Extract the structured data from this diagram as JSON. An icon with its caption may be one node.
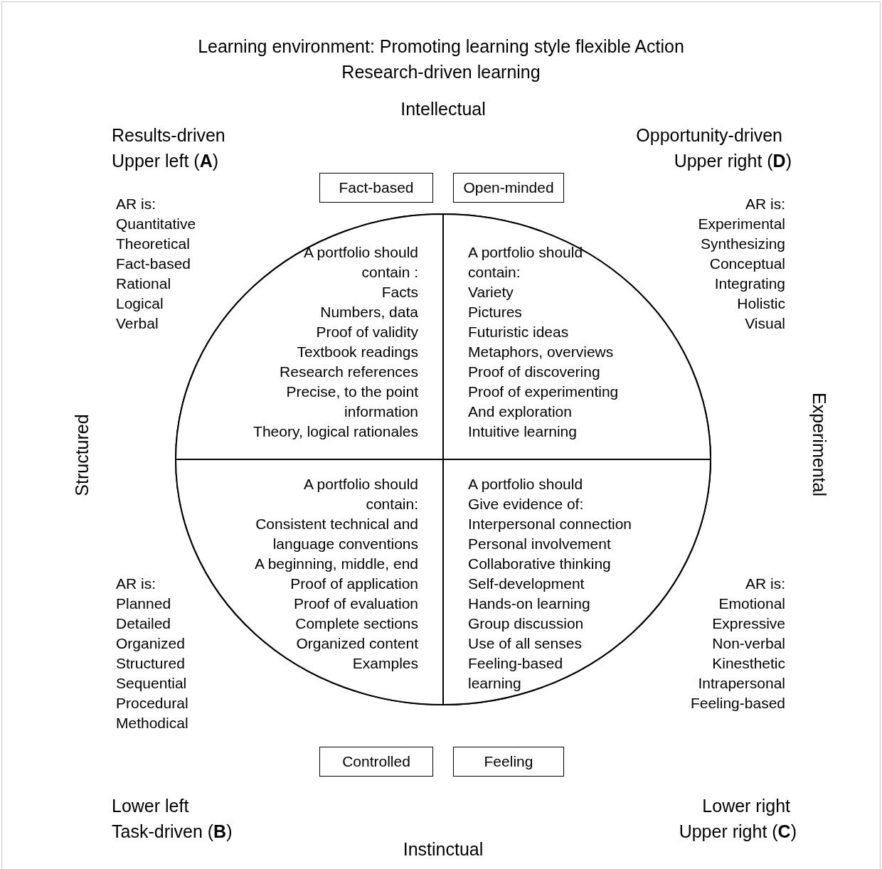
{
  "diagram": {
    "title": "Learning environment: Promoting learning style flexible Action Research-driven learning",
    "nodes": [
      {
        "text": [],
        "shape": "circle"
      },
      {
        "text": [
          "A portfolio should contain :",
          "Facts",
          "Numbers, data",
          "Proof of validity",
          "Textbook readings",
          "Research references",
          "Precise, to the point information",
          "Theory, logical rationales"
        ],
        "in": 0
      },
      {
        "text": [
          "A portfolio should contain:",
          "Variety",
          "Pictures",
          "Futuristic ideas",
          "Metaphors, overviews",
          "Proof of discovering",
          "Proof of experimenting",
          "And exploration",
          "Intuitive learning"
        ],
        "in": 0
      },
      {
        "text": [
          "A portfolio should contain:",
          "Consistent technical and language conventions",
          "A beginning, middle, end",
          "Proof of application",
          "Proof of evaluation",
          "Complete sections",
          "Organized content",
          "Examples"
        ],
        "in": 0
      },
      {
        "text": [
          "A portfolio should Give evidence of:",
          "Interpersonal connection",
          "Personal involvement",
          "Collaborative thinking",
          "Self-development",
          "Hands-on learning",
          "Group discussion",
          "Use of all senses",
          "Feeling-based learning"
        ],
        "in": 0
      },
      {
        "text": [
          "Fact-based"
        ]
      },
      {
        "text": [
          "Open-minded"
        ]
      },
      {
        "text": [
          "Controlled"
        ]
      },
      {
        "text": [
          "Feeling"
        ]
      }
    ],
    "edges": [],
    "labels": [
      "Intellectual",
      "Results-driven",
      "Upper left (**A**)",
      "Opportunity-driven",
      "Upper right (**D**)",
      "AR is:",
      "Quantitative",
      "Theoretical",
      "Fact-based",
      "Rational",
      "Logical",
      "Verbal",
      "AR is:",
      "Experimental",
      "Synthesizing",
      "Conceptual",
      "Integrating",
      "Holistic",
      "Visual",
      "Structured",
      "Experimental",
      "AR is:",
      "Planned",
      "Detailed",
      "Organized",
      "Structured",
      "Sequential",
      "Procedural",
      "Methodical",
      "AR is:",
      "Emotional",
      "Expressive",
      "Non-verbal",
      "Kinesthetic",
      "Intrapersonal",
      "Feeling-based",
      "Lower left",
      "Lower right",
      "Task-driven (**B**)",
      "Upper right (**C**)",
      "Instinctual"
    ]
  }
}
